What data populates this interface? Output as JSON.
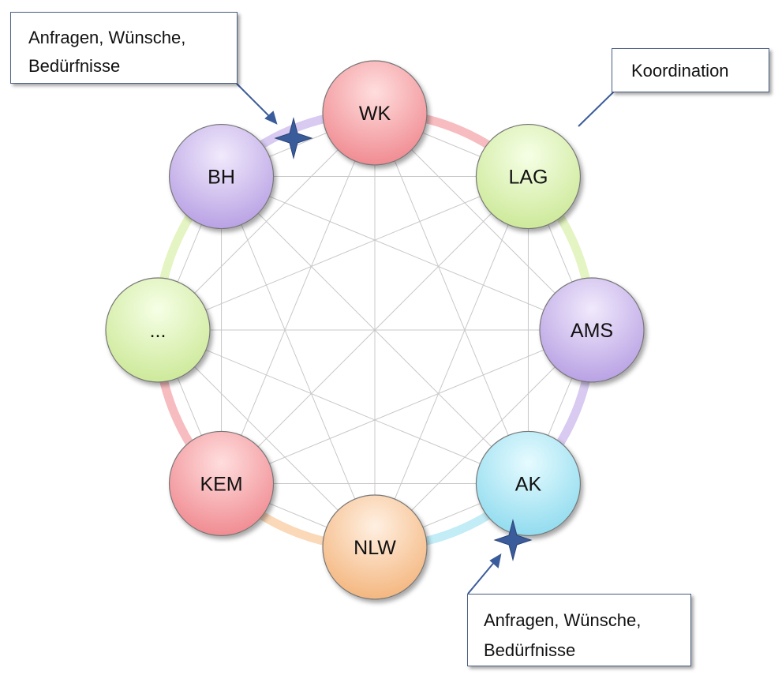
{
  "nodes": [
    {
      "id": "wk",
      "label": "WK",
      "color": "pink"
    },
    {
      "id": "lag",
      "label": "LAG",
      "color": "green"
    },
    {
      "id": "ams",
      "label": "AMS",
      "color": "purple"
    },
    {
      "id": "ak",
      "label": "AK",
      "color": "blue"
    },
    {
      "id": "nlw",
      "label": "NLW",
      "color": "orange"
    },
    {
      "id": "kem",
      "label": "KEM",
      "color": "pink"
    },
    {
      "id": "etc",
      "label": "...",
      "color": "green"
    },
    {
      "id": "bh",
      "label": "BH",
      "color": "purple"
    }
  ],
  "callouts": {
    "top_left": {
      "line1": "Anfragen, Wünsche,",
      "line2": "Bedürfnisse"
    },
    "top_right": {
      "text": "Koordination"
    },
    "bottom_right": {
      "line1": "Anfragen, Wünsche,",
      "line2": "Bedürfnisse"
    }
  },
  "colors": {
    "pink": "#f4a0a4",
    "green": "#d8f0a8",
    "purple": "#c7b3ea",
    "blue": "#a8e4f2",
    "orange": "#f8c89a",
    "callout_border": "#4a5f82",
    "star": "#3b5c9a",
    "mesh_lines": "#c8c8c8"
  }
}
